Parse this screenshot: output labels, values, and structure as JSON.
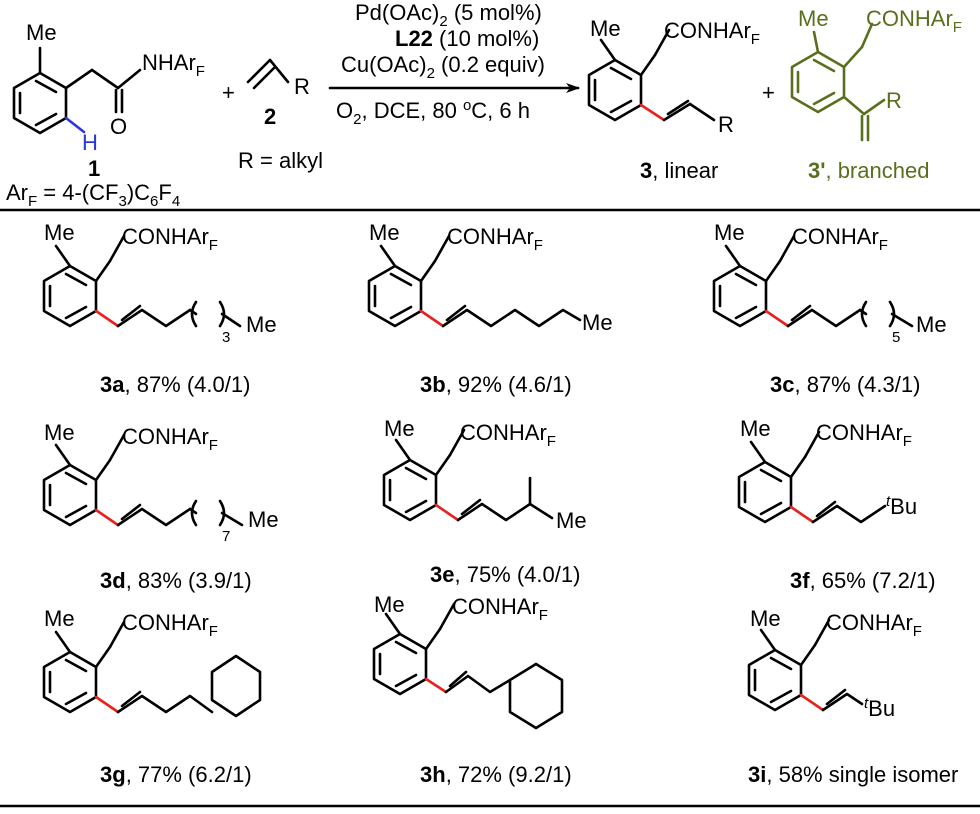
{
  "colors": {
    "bond": "#000000",
    "new_bond": "#e8201e",
    "ch_bond": "#2b39d6",
    "branched": "#5a6f1e"
  },
  "reaction": {
    "substrate": {
      "me": "Me",
      "amide": "NHAr",
      "amide_sub": "F",
      "o": "O",
      "h": "H",
      "label": "1"
    },
    "arf_def": {
      "text": "Ar",
      "sub": "F",
      "eq": " = 4-(CF",
      "sub2": "3",
      "mid": ")C",
      "sub3": "6",
      "tail": "F",
      "sub4": "4"
    },
    "plus": "+",
    "alkene": {
      "r": "R",
      "label": "2",
      "r_def": "R = alkyl"
    },
    "conditions": {
      "line1_a": "Pd(OAc)",
      "line1_sub": "2",
      "line1_b": " (5 mol%)",
      "line2_bold": "L22",
      "line2_rest": " (10 mol%)",
      "line3_a": "Cu(OAc)",
      "line3_sub": "2",
      "line3_b": " (0.2 equiv)",
      "line4_a": "O",
      "line4_sub": "2",
      "line4_b": ", DCE,  80 ",
      "line4_sup": "o",
      "line4_c": "C, 6 h"
    },
    "product_linear": {
      "me": "Me",
      "amide": "CONHAr",
      "amide_sub": "F",
      "r": "R",
      "label_bold": "3",
      "label_rest": ", linear"
    },
    "product_branched": {
      "me": "Me",
      "amide": "CONHAr",
      "amide_sub": "F",
      "r": "R",
      "label_bold": "3'",
      "label_rest": ", branched"
    }
  },
  "compounds": [
    {
      "id": "3a",
      "rest": ", 87% (4.0/1)",
      "tail": "Me",
      "count": "3"
    },
    {
      "id": "3b",
      "rest": ", 92% (4.6/1)",
      "tail": "Me"
    },
    {
      "id": "3c",
      "rest": ", 87% (4.3/1)",
      "tail": "Me",
      "count": "5"
    },
    {
      "id": "3d",
      "rest": ", 83% (3.9/1)",
      "tail": "Me",
      "count": "7"
    },
    {
      "id": "3e",
      "rest": ", 75% (4.0/1)",
      "tail": "Me"
    },
    {
      "id": "3f",
      "rest": ", 65% (7.2/1)",
      "tail_sup": "t",
      "tail": "Bu"
    },
    {
      "id": "3g",
      "rest": ", 77% (6.2/1)"
    },
    {
      "id": "3h",
      "rest": ", 72% (9.2/1)"
    },
    {
      "id": "3i",
      "rest": ", 58% single isomer",
      "tail_sup": "t",
      "tail": "Bu"
    }
  ],
  "common": {
    "me": "Me",
    "amide": "CONHAr",
    "amide_sub": "F"
  }
}
